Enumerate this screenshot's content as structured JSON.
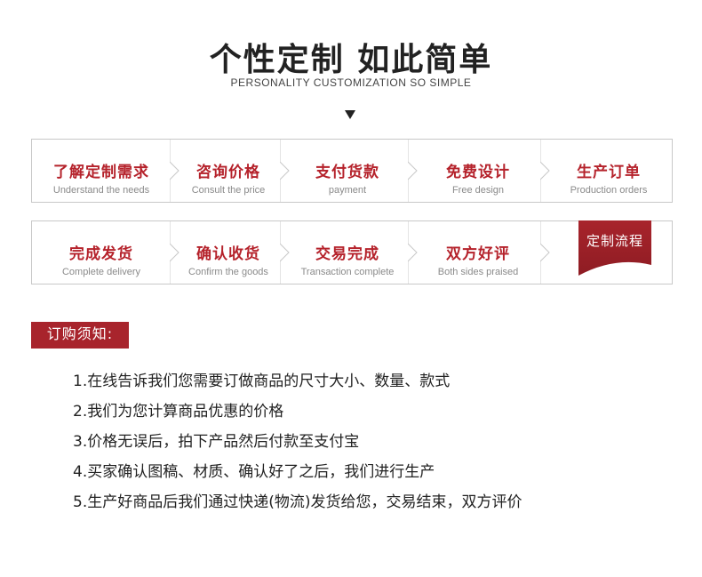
{
  "header": {
    "title": "个性定制 如此简单",
    "subtitle": "PERSONALITY CUSTOMIZATION SO SIMPLE"
  },
  "process": {
    "row1": [
      {
        "cn": "了解定制需求",
        "en": "Understand the needs"
      },
      {
        "cn": "咨询价格",
        "en": "Consult the price"
      },
      {
        "cn": "支付货款",
        "en": "payment"
      },
      {
        "cn": "免费设计",
        "en": "Free design"
      },
      {
        "cn": "生产订单",
        "en": "Production orders"
      }
    ],
    "row2": [
      {
        "cn": "完成发货",
        "en": "Complete delivery"
      },
      {
        "cn": "确认收货",
        "en": "Confirm the goods"
      },
      {
        "cn": "交易完成",
        "en": "Transaction complete"
      },
      {
        "cn": "双方好评",
        "en": "Both sides praised"
      }
    ],
    "ribbon_label": "定制流程"
  },
  "notice": {
    "title": "订购须知:",
    "items": [
      "1.在线告诉我们您需要订做商品的尺寸大小、数量、款式",
      "2.我们为您计算商品优惠的价格",
      "3.价格无误后，拍下产品然后付款至支付宝",
      "4.买家确认图稿、材质、确认好了之后，我们进行生产",
      "5.生产好商品后我们通过快递(物流)发货给您，交易结束，双方评价"
    ]
  },
  "colors": {
    "accent": "#b5222b",
    "tag_background": "#a8242c",
    "border": "#c8c8c8"
  }
}
